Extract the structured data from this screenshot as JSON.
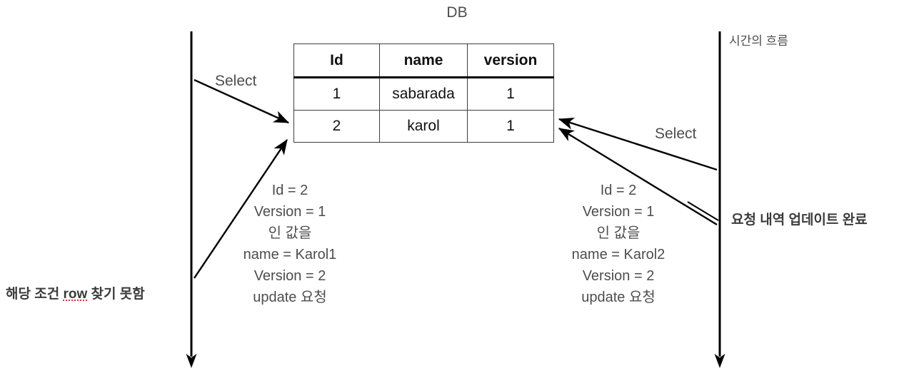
{
  "diagram": {
    "title": "DB",
    "table": {
      "headers": [
        "Id",
        "name",
        "version"
      ],
      "rows": [
        [
          "1",
          "sabarada",
          "1"
        ],
        [
          "2",
          "karol",
          "1"
        ]
      ]
    },
    "labels": {
      "select_left": "Select",
      "select_right": "Select",
      "time_flow": "시간의 흐름",
      "update_done": "요청 내역 업데이트 완료",
      "not_found_prefix": "해당 조건 ",
      "not_found_misspelled": "row",
      "not_found_suffix": " 찾기 못함"
    },
    "notes": {
      "left": "Id = 2\nVersion = 1\n인 값을\nname = Karol1\nVersion = 2\nupdate 요청",
      "right": "Id = 2\nVersion = 1\n인 값을\nname = Karol2\nVersion = 2\nupdate 요청"
    },
    "colors": {
      "stroke": "#000000",
      "text": "#4d4d4d",
      "text_bold": "#3b3b3b",
      "table_border": "#3d3d3d",
      "misspell_underline": "#e03131",
      "background": "#ffffff"
    },
    "lifelines": {
      "left_label": "client-1-lifeline",
      "right_label": "client-2-lifeline"
    }
  }
}
